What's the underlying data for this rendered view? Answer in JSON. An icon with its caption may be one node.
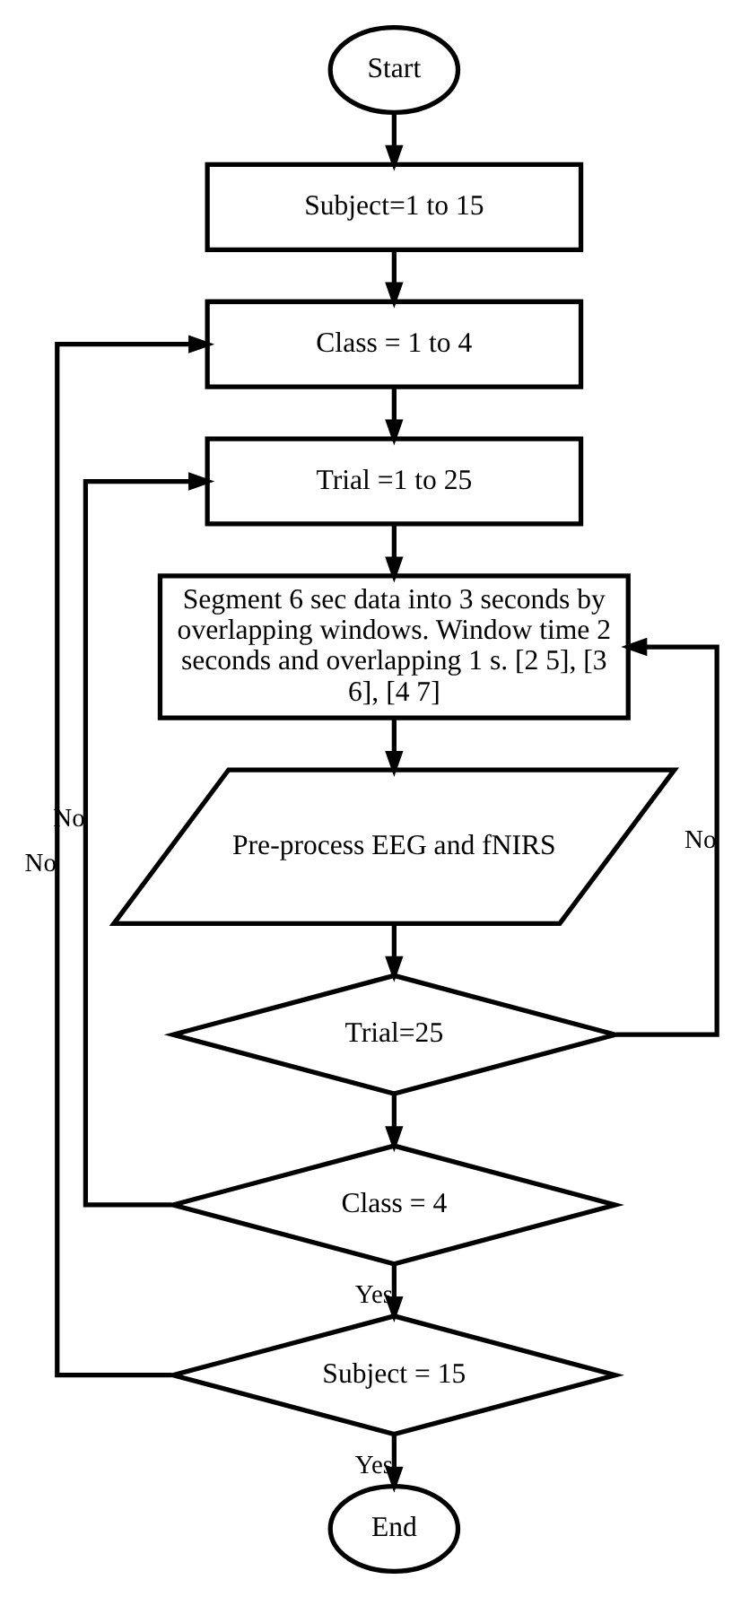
{
  "diagram": {
    "nodes": [
      {
        "text": [
          "Start"
        ]
      },
      {
        "text": [
          "Subject=1 to 15"
        ]
      },
      {
        "text": [
          "Class = 1 to 4"
        ]
      },
      {
        "text": [
          "Trial =1 to 25"
        ]
      },
      {
        "text": [
          "Segment 6 sec data into 3 seconds by overlapping windows. Window time 2 seconds and overlapping 1 s. [2 5], [3 6], [4 7]"
        ]
      },
      {
        "text": [
          "Pre-process EEG and fNIRS"
        ]
      },
      {
        "text": [
          "Trial=25"
        ]
      },
      {
        "text": [
          "Class = 4"
        ]
      },
      {
        "text": [
          "Subject = 15"
        ]
      },
      {
        "text": [
          "End"
        ]
      }
    ],
    "edges": [
      {
        "from": 0,
        "to": 1,
        "arrow": "to"
      },
      {
        "from": 1,
        "to": 2,
        "arrow": "to"
      },
      {
        "from": 2,
        "to": 3,
        "arrow": "to"
      },
      {
        "from": 3,
        "to": 4,
        "arrow": "to"
      },
      {
        "from": 4,
        "to": 5,
        "arrow": "to"
      },
      {
        "from": 5,
        "to": 6,
        "arrow": "to"
      },
      {
        "from": 6,
        "to": 4,
        "arrow": "to",
        "label": "No"
      },
      {
        "from": 6,
        "to": 7,
        "arrow": "to"
      },
      {
        "from": 7,
        "to": 3,
        "arrow": "to",
        "label": "No"
      },
      {
        "from": 7,
        "to": 8,
        "arrow": "to",
        "label": "Yes"
      },
      {
        "from": 8,
        "to": 2,
        "arrow": "to",
        "label": "No"
      },
      {
        "from": 8,
        "to": 9,
        "arrow": "to",
        "label": "Yes"
      }
    ]
  }
}
